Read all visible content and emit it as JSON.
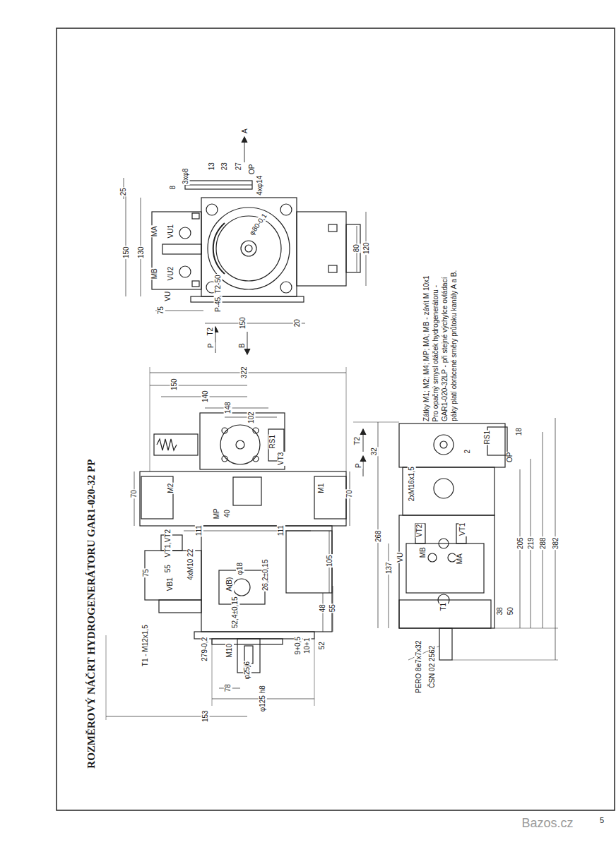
{
  "diagram": {
    "title": "ROZMĚROVÝ NÁČRT HYDROGENERÁTORU GAR1-020-32 PP",
    "labels": [
      "A",
      "27",
      "23",
      "13",
      "OP",
      "3xφ8",
      "8",
      "4xφ14",
      "25",
      "150",
      "130",
      "MA",
      "VU1",
      "MB",
      "VU2",
      "φ80-0,1",
      "80",
      "120",
      "VU",
      "75",
      "P-45, T2-50",
      "150",
      "20",
      "T2",
      "P",
      "B",
      "Zátky M1; M2; M4; MP; MA; MB  -  závit M 10x1",
      "Pro opačný smysl otáček hydrogenerátoru -",
      "GAR1-020-32LP - při stejné výchylce ovládací",
      "páky platí obrácené směry průtoku kanály A a B.",
      "322",
      "150",
      "140",
      "148",
      "102",
      "RS1",
      "VT3",
      "70",
      "M2",
      "MP",
      "40",
      "M1",
      "70",
      "111",
      "111",
      "VT1,VT2",
      "75",
      "55",
      "VB1",
      "4xM10 22",
      "φ18",
      "A(B)",
      "26,2±0,15",
      "105",
      "52,4±0,15",
      "48",
      "55",
      "T1 - M12x1,5",
      "279-0,2",
      "M10",
      "9+0,5",
      "10+1",
      "52",
      "φ25j6",
      "78",
      "φ125 h8",
      "153",
      "T2",
      "32",
      "P",
      "2",
      "RS1",
      "18",
      "OP",
      "2xM16x1,5",
      "VT2",
      "VT1",
      "VU",
      "MB",
      "MA",
      "268",
      "137",
      "205",
      "219",
      "288",
      "382",
      "T1",
      "38",
      "50",
      "PERO 8e7x7x32",
      "ČSN 02 2562",
      "5",
      "Bazos.cz"
    ]
  }
}
